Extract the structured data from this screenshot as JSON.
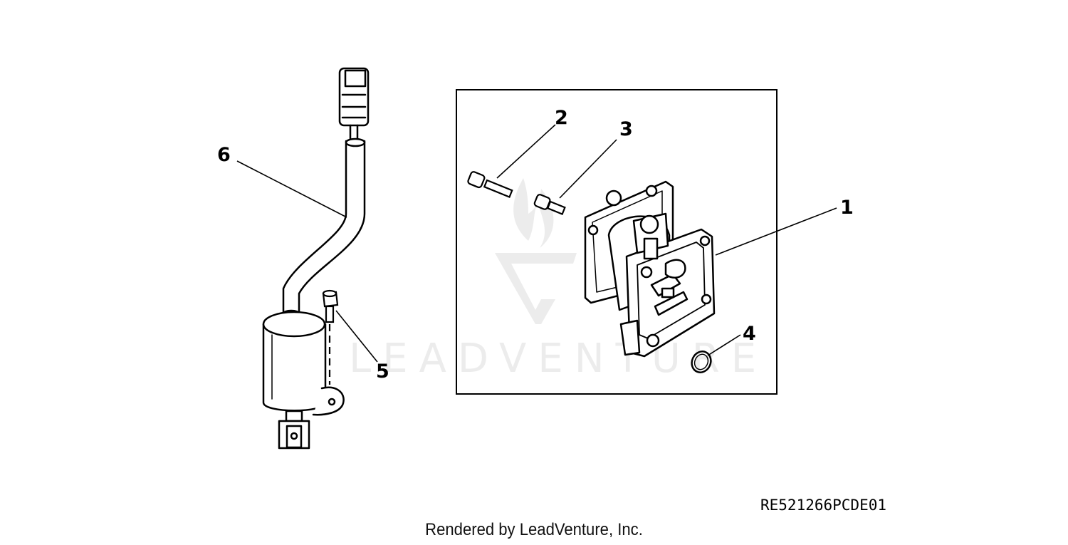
{
  "diagram": {
    "callouts": [
      {
        "id": "1",
        "label": "1"
      },
      {
        "id": "2",
        "label": "2"
      },
      {
        "id": "3",
        "label": "3"
      },
      {
        "id": "4",
        "label": "4"
      },
      {
        "id": "5",
        "label": "5"
      },
      {
        "id": "6",
        "label": "6"
      }
    ],
    "watermark": "LEADVENTURE",
    "image_code": "RE521266PCDE01",
    "footer": "Rendered by LeadVenture, Inc."
  }
}
